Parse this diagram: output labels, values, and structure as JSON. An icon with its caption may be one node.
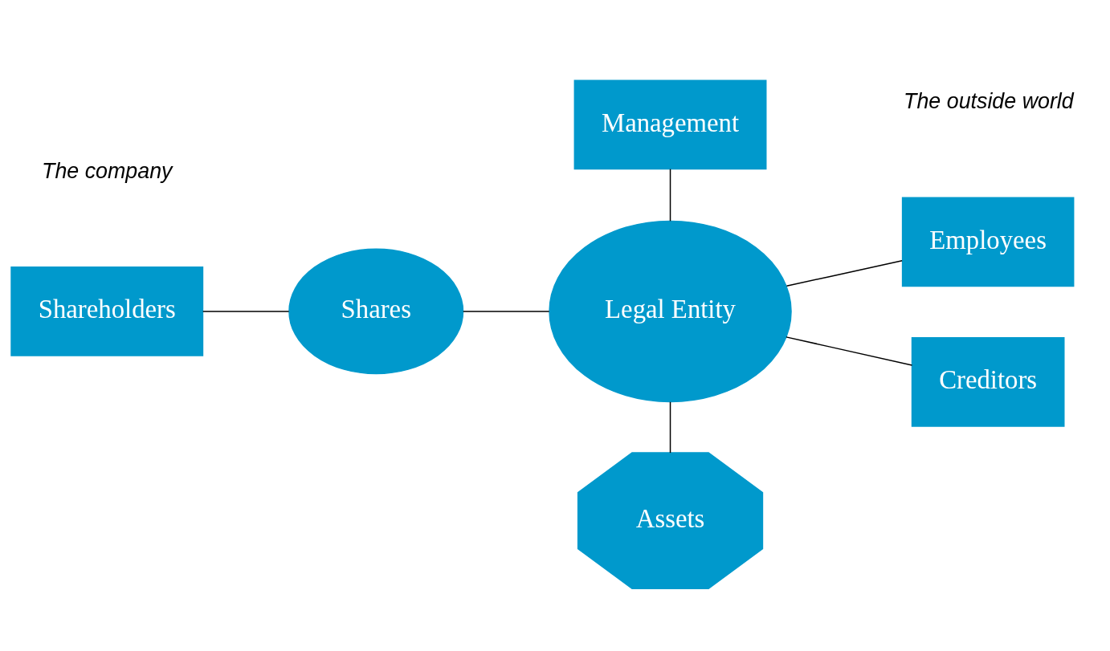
{
  "diagram": {
    "nodes": [
      {
        "text": [
          "Management"
        ]
      },
      {
        "text": [
          "Shareholders"
        ]
      },
      {
        "text": [
          "Shares"
        ]
      },
      {
        "text": [
          "Legal Entity"
        ]
      },
      {
        "text": [
          "Employees"
        ]
      },
      {
        "text": [
          "Creditors"
        ]
      },
      {
        "text": [
          "Assets"
        ]
      }
    ],
    "edges": [
      {
        "from": 0,
        "to": 3,
        "arrow": "none"
      },
      {
        "from": 1,
        "to": 2,
        "arrow": "none"
      },
      {
        "from": 2,
        "to": 3,
        "arrow": "none"
      },
      {
        "from": 3,
        "to": 4,
        "arrow": "none"
      },
      {
        "from": 3,
        "to": 5,
        "arrow": "none"
      },
      {
        "from": 3,
        "to": 6,
        "arrow": "none"
      }
    ],
    "labels": [
      "The company",
      "The outside world"
    ]
  }
}
